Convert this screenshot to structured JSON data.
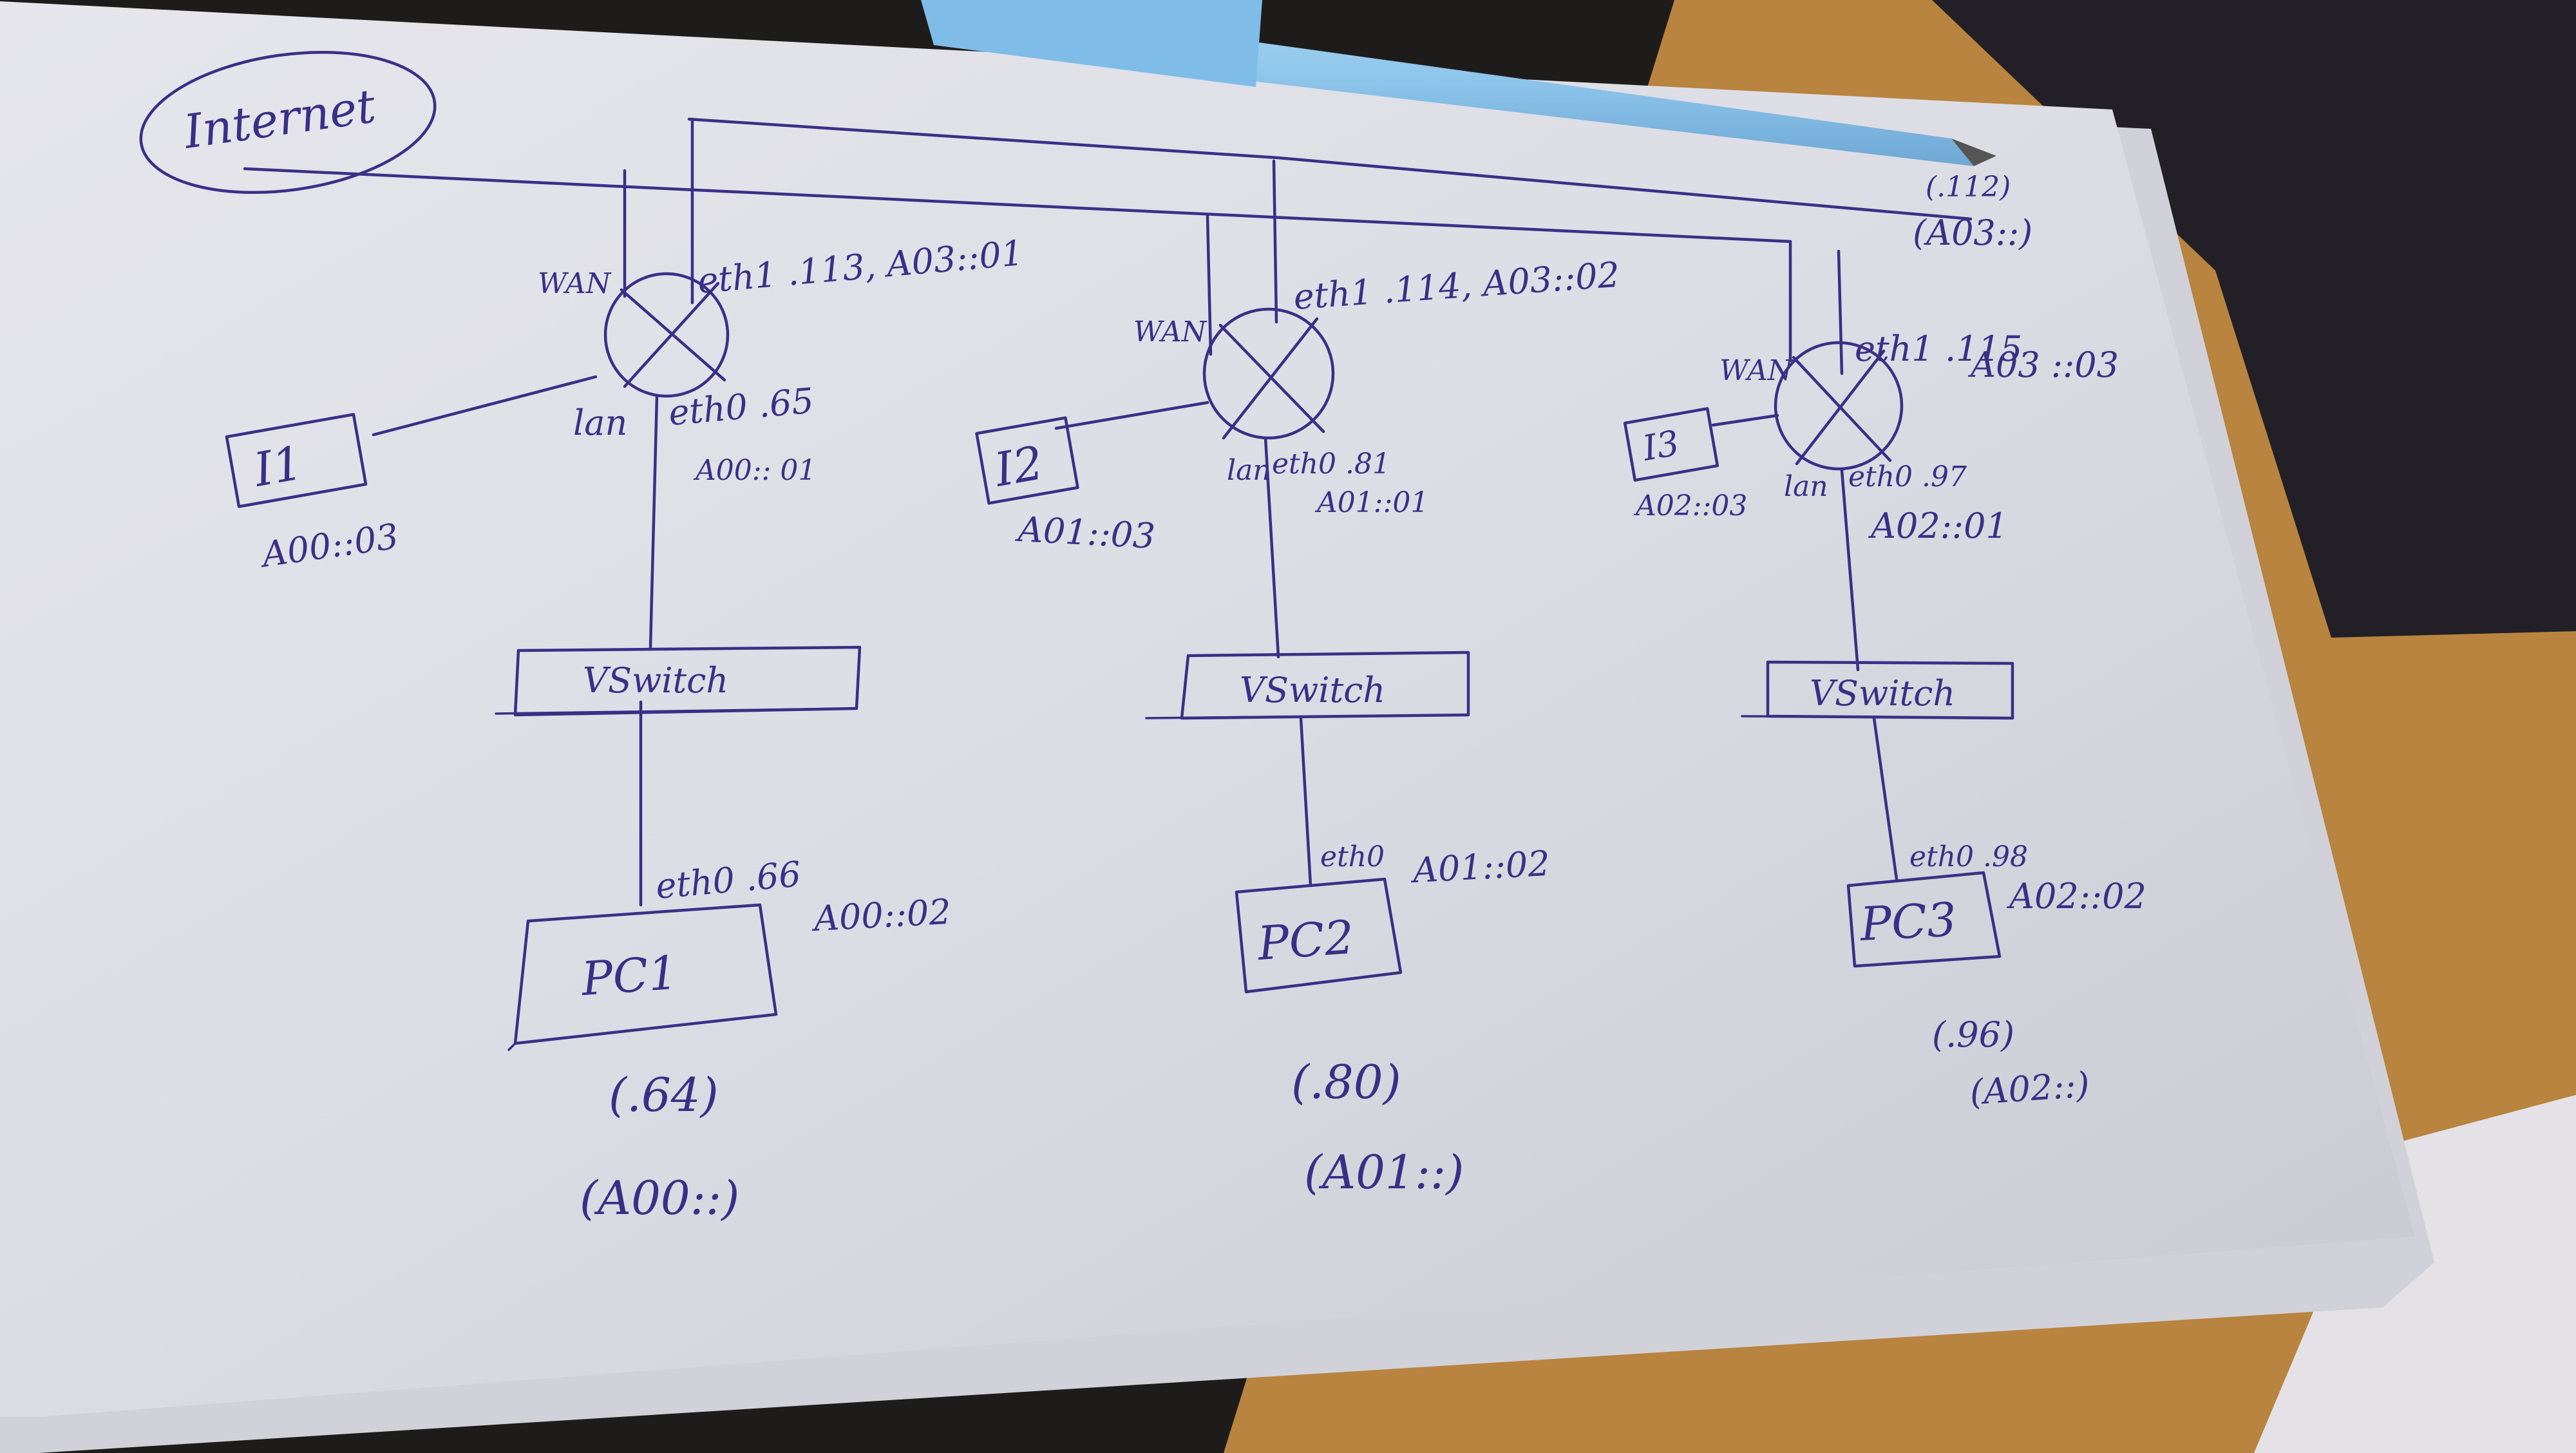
{
  "cloud": {
    "label": "Internet"
  },
  "routers": [
    {
      "wan_label": "WAN",
      "wan_addr": "eth1 .113, A03::01",
      "lan_label": "lan",
      "lan_addr": "eth0 .65",
      "lan_v6": "A00:: 01",
      "iface_box": "I1",
      "iface_addr": "A00::03"
    },
    {
      "wan_label": "WAN",
      "wan_addr": "eth1 .114, A03::02",
      "lan_label": "lan",
      "lan_addr": "eth0 .81",
      "lan_v6": "A01::01",
      "iface_box": "I2",
      "iface_addr": "A01::03"
    },
    {
      "wan_label": "WAN",
      "wan_addr": "eth1 .115",
      "wan_v6": "A03 ::03",
      "lan_label": "lan",
      "lan_addr": "eth0 .97",
      "lan_v6": "A02::01",
      "iface_box": "I3",
      "iface_addr": "A02::03"
    }
  ],
  "switches": [
    "VSwitch",
    "VSwitch",
    "VSwitch"
  ],
  "pcs": [
    {
      "label": "PC1",
      "eth": "eth0 .66",
      "v6": "A00::02",
      "subnet": "(.64)",
      "prefix": "(A00::)"
    },
    {
      "label": "PC2",
      "eth": "eth0",
      "v6": "A01::02",
      "subnet": "(.80)",
      "prefix": "(A01::)"
    },
    {
      "label": "PC3",
      "eth": "eth0 .98",
      "v6": "A02::02",
      "subnet": "(.96)",
      "prefix": "(A02::)"
    }
  ],
  "wan_net": {
    "subnet": "(.112)",
    "prefix": "(A03::)"
  }
}
